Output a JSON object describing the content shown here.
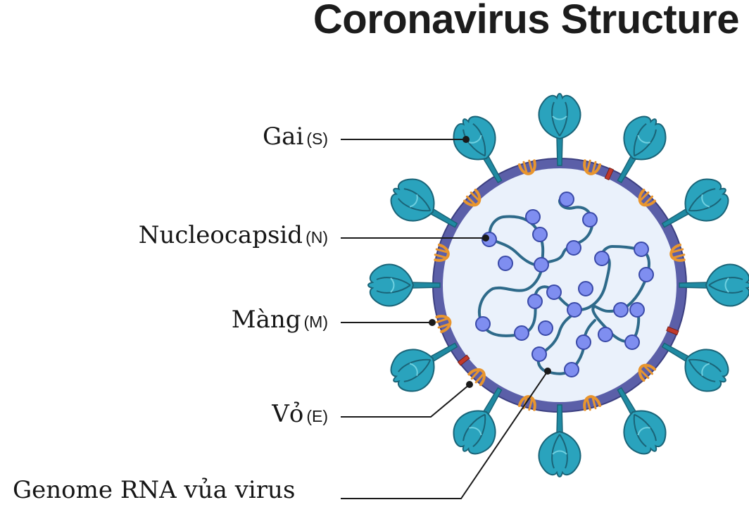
{
  "title": "Coronavirus Structure",
  "labels": {
    "spike": {
      "main": "Gai",
      "abbr": "(S)"
    },
    "nucleocapsid": {
      "main": "Nucleocapsid",
      "abbr": "(N)"
    },
    "membrane": {
      "main": "Màng",
      "abbr": "(M)"
    },
    "envelope": {
      "main": "Vỏ",
      "abbr": "(E)"
    },
    "rna": {
      "main": "Genome RNA vủa virus"
    }
  },
  "colors": {
    "envelope_ring": "#5b5fa8",
    "interior": "#eaf1fb",
    "spike": "#2a9fb8",
    "membrane_protein": "#e8952e",
    "envelope_protein": "#c0392b",
    "rna_strand": "#2e6a8a",
    "nucleocapsid_bead": "#7f8ef0"
  }
}
